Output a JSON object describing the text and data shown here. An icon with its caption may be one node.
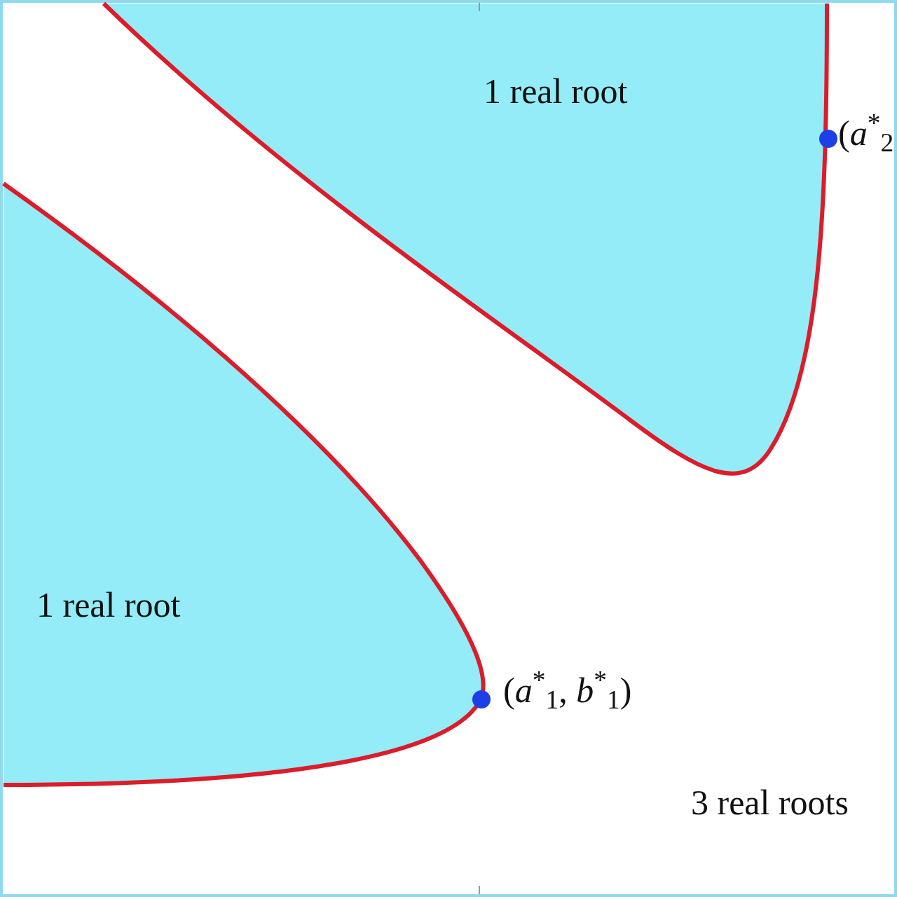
{
  "diagram": {
    "labels": [
      "1 real root",
      "(*a*$^{*}$$_{2}$",
      "1 real root",
      "(*a*$^{*}$$_{1}$, *b*$^{*}$$_{1}$)",
      "3 real roots"
    ]
  }
}
